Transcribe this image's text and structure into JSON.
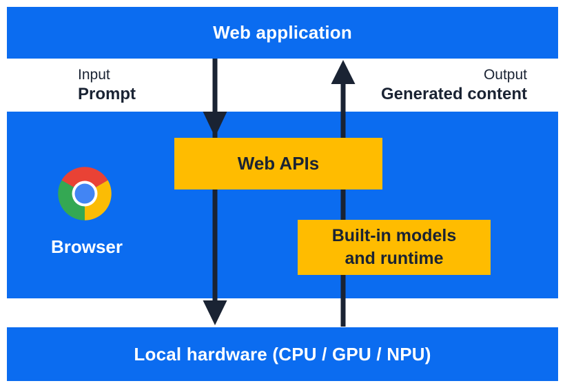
{
  "diagram": {
    "top_bar": {
      "label": "Web application"
    },
    "flow_labels": {
      "input_caption": "Input",
      "input_value": "Prompt",
      "output_caption": "Output",
      "output_value": "Generated content"
    },
    "browser_section": {
      "browser_label": "Browser",
      "web_apis_label": "Web APIs",
      "builtin_line1": "Built-in models",
      "builtin_line2": "and runtime"
    },
    "bottom_bar": {
      "label": "Local hardware (CPU / GPU / NPU)"
    },
    "colors": {
      "section_blue": "#0b6cf0",
      "box_yellow": "#ffbc00",
      "arrow_dark_navy": "#1a2333",
      "text_white": "#ffffff",
      "chrome_red": "#e94235",
      "chrome_yellow": "#fbbc05",
      "chrome_green": "#34a853",
      "chrome_blue": "#4285f4"
    }
  }
}
